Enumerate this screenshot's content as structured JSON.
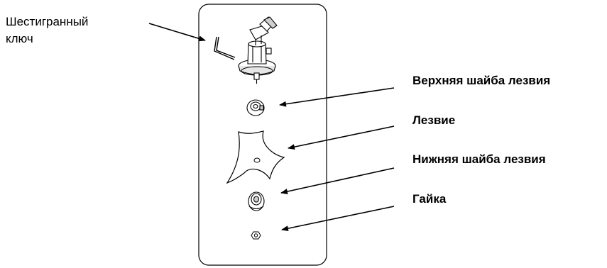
{
  "labels": {
    "hex_key_line1": "Шестигранный",
    "hex_key_line2": "ключ",
    "upper_washer": "Верхняя шайба лезвия",
    "blade": "Лезвие",
    "lower_washer": "Нижняя шайба лезвия",
    "nut": "Гайка"
  },
  "colors": {
    "line": "#000000",
    "background": "#ffffff",
    "part_fill": "#ffffff",
    "shade": "#cfcfcf"
  }
}
